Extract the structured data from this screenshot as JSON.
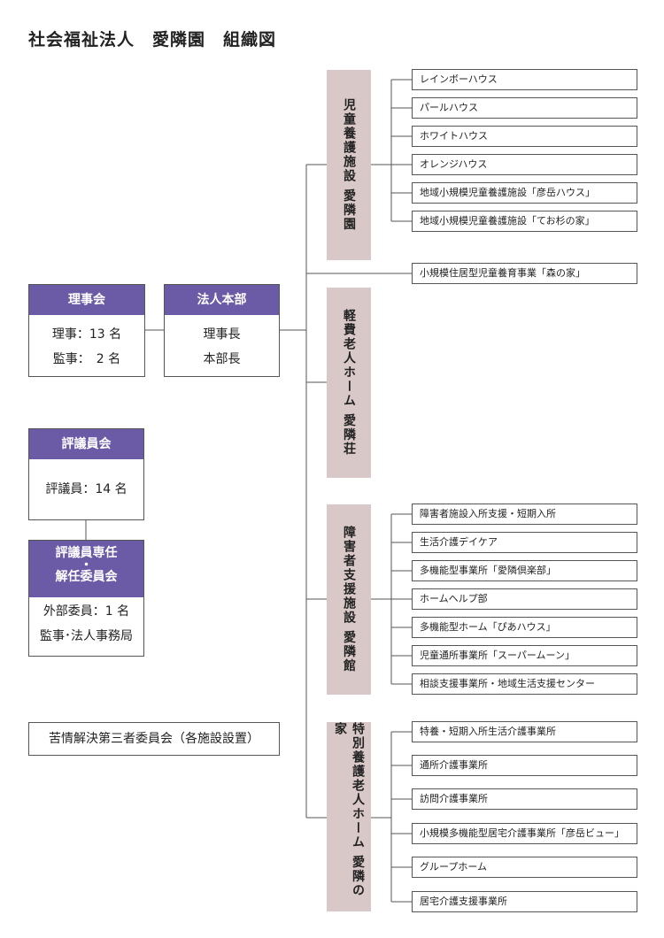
{
  "title": "社会福祉法人　愛隣園　組織図",
  "board": {
    "header": "理事会",
    "lines": [
      "理事：13 名",
      "監事：　2 名"
    ]
  },
  "hq": {
    "header": "法人本部",
    "lines": [
      "理事長",
      "本部長"
    ]
  },
  "council": {
    "header": "評議員会",
    "lines": [
      "評議員：14 名"
    ]
  },
  "appointment_committee": {
    "header_lines": [
      "評議員専任",
      "・",
      "解任委員会"
    ],
    "lines": [
      "外部委員：1 名",
      "監事･法人事務局"
    ]
  },
  "grievance_committee": "苦情解決第三者委員会（各施設設置）",
  "facilities": [
    {
      "name": "児童養護施設 愛隣園",
      "items": [
        "レインボーハウス",
        "パールハウス",
        "ホワイトハウス",
        "オレンジハウス",
        "地域小規模児童養護施設「彦岳ハウス」",
        "地域小規模児童養護施設「てお杉の家」"
      ]
    },
    {
      "name": "軽費老人ホーム 愛隣荘",
      "items": []
    },
    {
      "name": "障害者支援施設 愛隣館",
      "items": [
        "障害者施設入所支援・短期入所",
        "生活介護デイケア",
        "多機能型事業所「愛隣倶楽部」",
        "ホームヘルプ部",
        "多機能型ホーム「ぴあハウス」",
        "児童通所事業所「スーパームーン」",
        "相談支援事業所・地域生活支援センター"
      ]
    },
    {
      "name": "特別養護老人ホーム 愛隣の家",
      "items": [
        "特養・短期入所生活介護事業所",
        "通所介護事業所",
        "訪問介護事業所",
        "小規模多機能型居宅介護事業所「彦岳ビュー」",
        "グループホーム",
        "居宅介護支援事業所"
      ]
    }
  ],
  "direct_item": "小規模住居型児童養育事業「森の家」"
}
